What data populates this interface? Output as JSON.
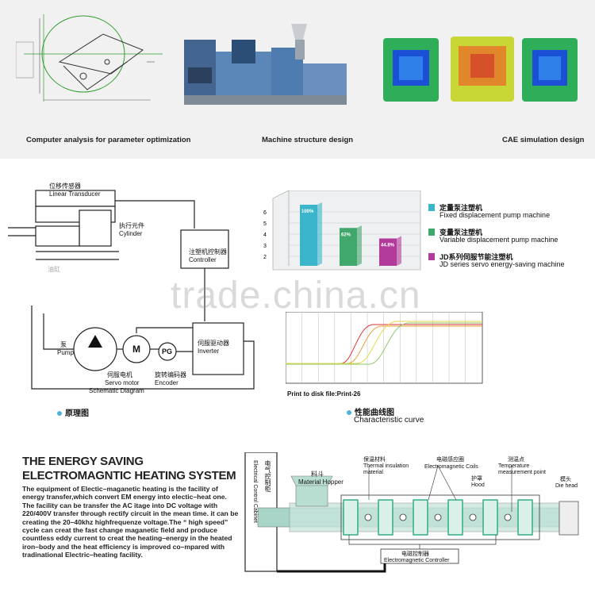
{
  "top": {
    "captions": {
      "analysis": "Computer analysis for parameter optimization",
      "structure": "Machine structure design",
      "cae": "CAE simulation design"
    }
  },
  "schematic": {
    "transducer_cn": "位移传感器",
    "transducer_en": "Linear Transducer",
    "cylinder_cn": "执行元件",
    "cylinder_en": "Cylinder",
    "controller_cn": "注塑机控制器",
    "controller_en": "Controller",
    "inverter_cn": "伺服驱动器",
    "inverter_en": "Inverter",
    "pump_cn": "泵",
    "pump_en": "Pump",
    "motor_symbol": "M",
    "pg_symbol": "PG",
    "servo_cn": "伺服电机",
    "servo_en": "Servo motor",
    "encoder_cn": "旋转编码器",
    "encoder_en": "Encoder",
    "schematic_en": "Schematic Diagram",
    "hidden_label": "油缸",
    "caption": "原理图"
  },
  "chart": {
    "caption_cn": "性能曲线图",
    "caption_en": "Characteristic curve",
    "print_label": "Print to disk file:Print-26",
    "legend": [
      {
        "cn": "定量泵注塑机",
        "en": "Fixed displacement pump machine",
        "color": "#3ab5c9"
      },
      {
        "cn": "变量泵注塑机",
        "en": "Variable displacement pump machine",
        "color": "#3fa86a"
      },
      {
        "cn": "JD系列伺服节能注塑机",
        "en": "JD series servo energy-saving machine",
        "color": "#b23a9a"
      }
    ]
  },
  "chart_data": {
    "type": "bar",
    "categories": [
      "Fixed displacement pump machine",
      "Variable displacement pump machine",
      "JD series servo energy-saving machine"
    ],
    "values": [
      100,
      62,
      44.8
    ],
    "value_labels": [
      "100%",
      "62%",
      "44.8%"
    ],
    "yticks": [
      "2",
      "3",
      "4",
      "5",
      "6"
    ]
  },
  "energy": {
    "title1": "THE ENERGY SAVING",
    "title2": "ELECTROMAGNTIC HEATING SYSTEM",
    "paragraph": "The equipment of Electic–maganetic heating is the facility of energy transfer,which convert EM energy into electic–heat one. The facility can be transfer the AC itage into DC voltage with 220/400V transfer through rectify circuit in the mean time. it can be creating the 20–40khz highfrequenze voltage.The “ high speed”  cycle can creat the fast change maganetic field and produce countless eddy current to creat the  heating–energy in the heated iron–body and the heat efficiency is improved co–mpared with tradinational Electric–heating facility.",
    "cabinet_cn": "电气控制柜",
    "cabinet_en": "Electrical Control Cabinet",
    "hopper_cn": "料斗",
    "hopper_en": "Material Hopper",
    "insulation_cn": "保温材料",
    "insulation_en": "Thermal insulation material",
    "coils_cn": "电磁感应圈",
    "coils_en": "Electromagnetic Coils",
    "hood_cn": "护罩",
    "hood_en": "Hood",
    "temp_cn": "测温点",
    "temp_en": "Temperature measurement point",
    "die_cn": "模头",
    "die_en": "Die head",
    "controller_cn": "电磁控制器",
    "controller_en": "Electromagnetic Controller"
  },
  "watermark": "trade.china.cn"
}
